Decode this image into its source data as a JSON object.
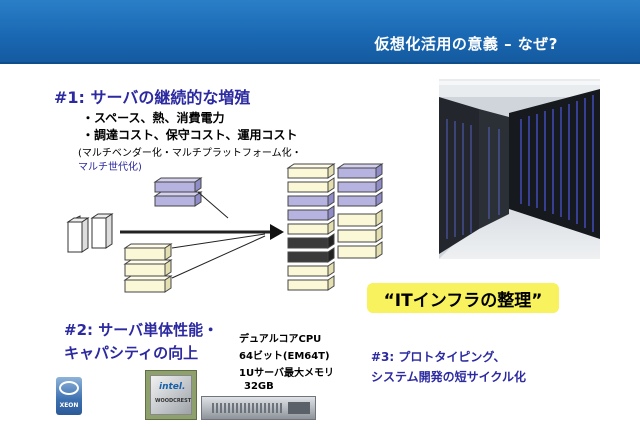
{
  "header": {
    "title": "仮想化活用の意義 – なぜ?",
    "bar_color": "#1a68b3"
  },
  "point1": {
    "heading": "#1: サーバの継続的な増殖",
    "bullets": [
      "・スペース、熱、消費電力",
      "・調達コスト、保守コスト、運用コスト"
    ],
    "note_paren": "(マルチベンダー化・マルチプラットフォーム化・",
    "note_multigen": "マルチ世代化)"
  },
  "callout": {
    "text": "“ITインフラの整理”",
    "color": "#f7f25d"
  },
  "point2": {
    "heading_line1": "#2: サーバ単体性能・",
    "heading_line2": "キャパシティの向上",
    "specs": [
      "デュアルコアCPU",
      "64ビット(EM64T)",
      "1Uサーバ最大メモリ",
      "32GB"
    ]
  },
  "point3": {
    "line1": "#3: プロトタイピング、",
    "line2": "システム開発の短サイクル化"
  },
  "images": {
    "xeon_badge_text": "XEON",
    "cpu_logo": "intel.",
    "cpu_model": "WOODCREST"
  },
  "colors": {
    "heading_blue": "#2c2aa0",
    "box_purple": "#b6b3e0",
    "box_cream": "#fbf8d8",
    "box_dark": "#3a3a3a"
  }
}
